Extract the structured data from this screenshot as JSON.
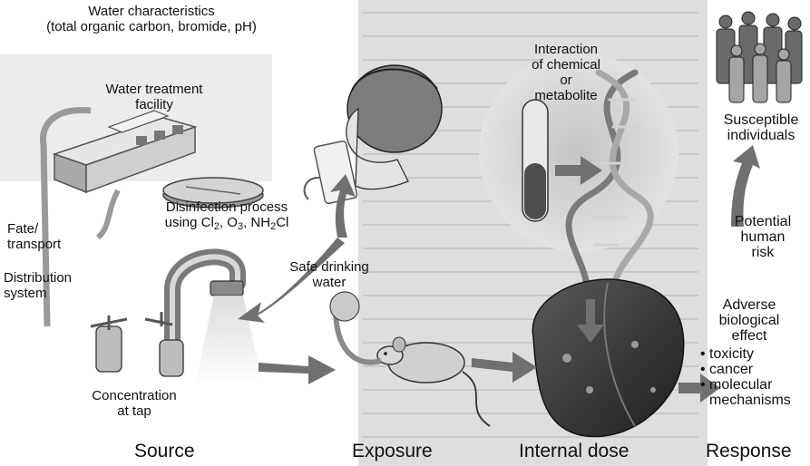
{
  "colors": {
    "background": "#ffffff",
    "text_bg": "#dcdcdc",
    "illustration_light": "#c8c8c8",
    "illustration_mid": "#8f8f8f",
    "illustration_dark": "#3a3a3a",
    "arrow": "#6e6e6e",
    "label": "#111111"
  },
  "labels": {
    "water_characteristics": [
      "Water characteristics",
      "(total organic carbon, bromide, pH)"
    ],
    "treatment_facility": [
      "Water treatment",
      "facility"
    ],
    "disinfection_line1": "Disinfection process",
    "disinfection_using": "using Cl",
    "disinfection_o": ", O",
    "disinfection_nh": ", NH",
    "disinfection_cl": "Cl",
    "sub_2": "2",
    "sub_3": "3",
    "fate": [
      "Fate/",
      "transport"
    ],
    "distribution": [
      "Distribution",
      "system"
    ],
    "safe_water": [
      "Safe drinking",
      "water"
    ],
    "concentration": [
      "Concentration",
      "at tap"
    ],
    "interaction": [
      "Interaction",
      "of chemical",
      "or",
      "metabolite"
    ],
    "susceptible": [
      "Susceptible",
      "individuals"
    ],
    "potential_risk": [
      "Potential",
      "human",
      "risk"
    ],
    "adverse_effect": [
      "Adverse",
      "biological",
      "effect"
    ],
    "effects": [
      "toxicity",
      "cancer",
      "molecular"
    ],
    "effects_continued": "mechanisms"
  },
  "stages": [
    "Source",
    "Exposure",
    "Internal dose",
    "Response"
  ],
  "icons": [
    "treatment-plant-icon",
    "disinfection-tank-icon",
    "faucet-icon",
    "person-drinking-icon",
    "mouse-icon",
    "test-tube-icon",
    "dna-helix-icon",
    "liver-icon",
    "people-group-icon"
  ]
}
